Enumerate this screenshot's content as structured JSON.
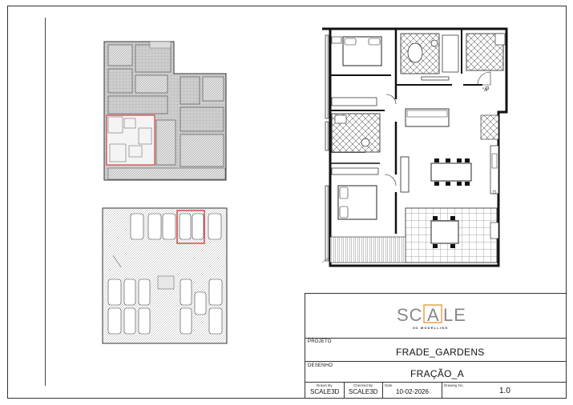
{
  "title_block": {
    "projeto_label": "PROJETO",
    "projeto_value": "FRADE_GARDENS",
    "desenho_label": "DESENHO",
    "desenho_value": "FRAÇÃO_A",
    "drawn_by_label": "Drawn By",
    "drawn_by_value": "SCALE3D",
    "checked_by_label": "Checked By",
    "checked_by_value": "SCALE3D",
    "date_label": "Date",
    "date_value": "10-02-2026",
    "drawing_no_label": "Drawing No.",
    "drawing_no_value": "1.0"
  },
  "logo": {
    "text_left": "SC",
    "text_mid": "A",
    "text_right": "LE",
    "tagline": "3D MODELLING",
    "accent_color": "#e8a24a"
  },
  "floor_plan": {
    "room_tag": "\"A\""
  },
  "colors": {
    "line": "#222222",
    "hatch": "#777777",
    "highlight": "#cc2222"
  }
}
